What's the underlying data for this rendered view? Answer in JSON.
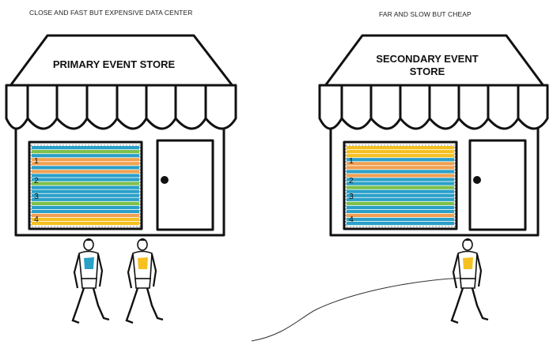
{
  "captions": {
    "left": "CLOSE AND FAST BUT EXPENSIVE DATA CENTER",
    "right": "FAR AND SLOW BUT CHEAP"
  },
  "stores": [
    {
      "sign_lines": [
        "PRIMARY EVENT STORE"
      ],
      "row_markers": [
        "1",
        "2",
        "3",
        "4"
      ],
      "stripes": [
        "#2aa0c8",
        "#7cc04a",
        "#2aa0c8",
        "#f0a050",
        "#f0a050",
        "#2aa0c8",
        "#f0a050",
        "#2aa0c8",
        "#2aa0c8",
        "#7cc04a",
        "#2aa0c8",
        "#2aa0c8",
        "#2aa0c8",
        "#2aa0c8",
        "#7cc04a",
        "#2aa0c8",
        "#2aa0c8",
        "#f0a050",
        "#f5c020",
        "#f5c020"
      ]
    },
    {
      "sign_lines": [
        "SECONDARY EVENT",
        "STORE"
      ],
      "row_markers": [
        "1",
        "2",
        "3",
        "4"
      ],
      "stripes": [
        "#f5c020",
        "#f5c020",
        "#f5c020",
        "#2aa0c8",
        "#f0a050",
        "#f0a050",
        "#2aa0c8",
        "#f0a050",
        "#2aa0c8",
        "#2aa0c8",
        "#7cc04a",
        "#2aa0c8",
        "#2aa0c8",
        "#2aa0c8",
        "#7cc04a",
        "#2aa0c8",
        "#2aa0c8",
        "#f0a050",
        "#2aa0c8",
        "#2aa0c8"
      ]
    }
  ],
  "people": [
    {
      "name": "walker-blue",
      "shirt_color": "#2aa0c8"
    },
    {
      "name": "walker-yellow-1",
      "shirt_color": "#f5c020"
    },
    {
      "name": "walker-yellow-2",
      "shirt_color": "#f5c020"
    }
  ]
}
